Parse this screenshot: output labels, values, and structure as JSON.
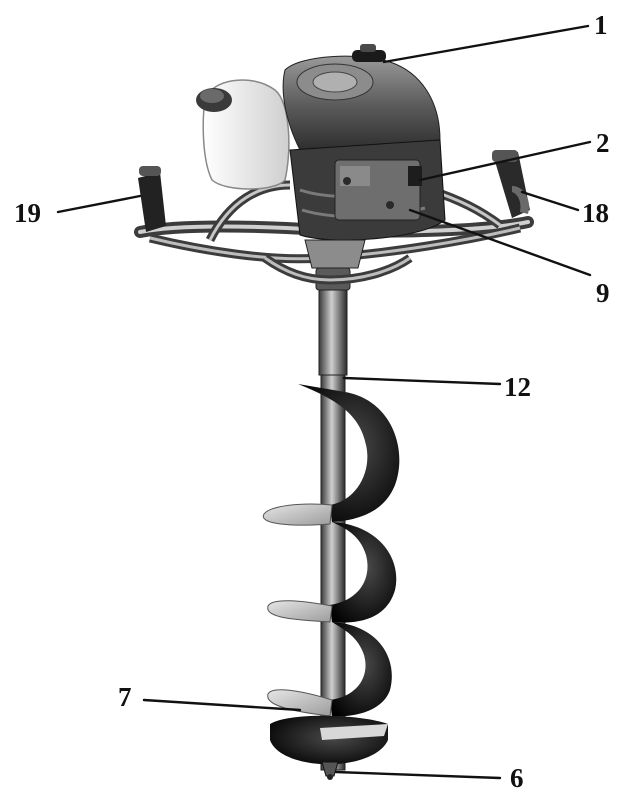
{
  "figure": {
    "subject_icon": "ice-auger-illustration",
    "colors": {
      "ink": "#111111",
      "metal_dark": "#1c1c1c",
      "metal_mid": "#7a7a7a",
      "metal_light": "#d9d9d9",
      "tank": "#f2f2f2"
    }
  },
  "callouts": [
    {
      "id": "c1",
      "label": "1"
    },
    {
      "id": "c2",
      "label": "2"
    },
    {
      "id": "c9",
      "label": "9"
    },
    {
      "id": "c18",
      "label": "18"
    },
    {
      "id": "c19",
      "label": "19"
    },
    {
      "id": "c12",
      "label": "12"
    },
    {
      "id": "c7",
      "label": "7"
    },
    {
      "id": "c6",
      "label": "6"
    }
  ]
}
